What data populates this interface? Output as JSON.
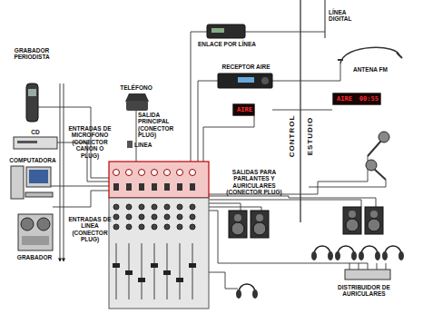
{
  "diagram": {
    "nodes": [
      {
        "text": [
          "AIRE"
        ]
      },
      {
        "text": [
          "AIRE",
          "00:55"
        ]
      }
    ],
    "labels": [
      "GRABADOR PERIODISTA",
      "CD",
      "COMPUTADORA",
      "GRABADOR",
      "TELÉFONO",
      "LINEA",
      "ENTRADAS DE MICROFONO (CONECTOR CANON O PLUG)",
      "ENTRADAS DE LINEA (CONECTOR PLUG)",
      "SALIDA PRINCIPAL (CONECTOR PLUG)",
      "SALIDAS PARA PARLANTES Y AURICULARES (CONECTOR PLUG)",
      "ENLACE POR LÍNEA",
      "LÍNEA DIGITAL",
      "RECEPTOR AIRE",
      "ANTENA FM",
      "CONTROL",
      "ESTUDIO",
      "DISTRIBUIDOR DE AURICULARES"
    ]
  }
}
